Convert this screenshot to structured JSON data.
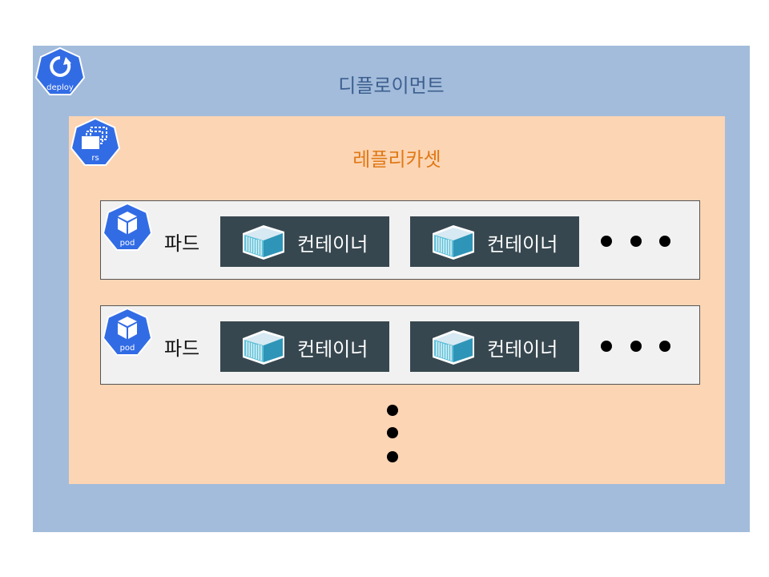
{
  "deployment": {
    "title": "디플로이먼트",
    "icon_label": "deploy",
    "icon": "deploy-icon"
  },
  "replicaset": {
    "title": "레플리카셋",
    "icon_label": "rs",
    "icon": "replicaset-icon"
  },
  "pods": [
    {
      "label": "파드",
      "icon_label": "pod",
      "icon": "pod-icon",
      "containers": [
        {
          "label": "컨테이너",
          "icon": "container-icon"
        },
        {
          "label": "컨테이너",
          "icon": "container-icon"
        }
      ],
      "more": "horizontal-ellipsis"
    },
    {
      "label": "파드",
      "icon_label": "pod",
      "icon": "pod-icon",
      "containers": [
        {
          "label": "컨테이너",
          "icon": "container-icon"
        },
        {
          "label": "컨테이너",
          "icon": "container-icon"
        }
      ],
      "more": "horizontal-ellipsis"
    }
  ],
  "more_pods": "vertical-ellipsis",
  "colors": {
    "deployment_bg": "#a3bcdb",
    "deployment_text": "#3d5f8f",
    "replicaset_bg": "#fcd5b4",
    "replicaset_text": "#e07916",
    "pod_bg": "#f1f1f1",
    "container_bg": "#37474f",
    "k8s_blue": "#326ce5"
  }
}
